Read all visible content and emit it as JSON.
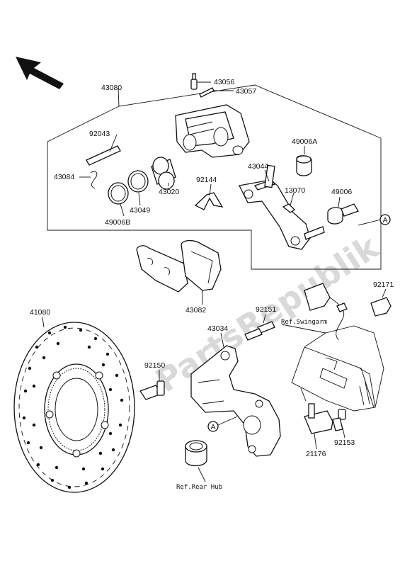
{
  "watermark": "PartsRepublik",
  "callout_letter": "A",
  "labels": {
    "p43080": "43080",
    "p43056": "43056",
    "p43057": "43057",
    "p92043": "92043",
    "p43084": "43084",
    "p49006A": "49006A",
    "p43044": "43044",
    "p92144": "92144",
    "p43020": "43020",
    "p43049": "43049",
    "p49006B": "49006B",
    "p13070": "13070",
    "p49006": "49006",
    "p92171": "92171",
    "p43082": "43082",
    "p92151": "92151",
    "p41080": "41080",
    "p43034": "43034",
    "p92150": "92150",
    "p92153": "92153",
    "p21176": "21176"
  },
  "refs": {
    "swingarm": "Ref.Swingarm",
    "rear_hub": "Ref.Rear Hub"
  },
  "icons": {
    "direction_arrow": "front-direction-arrow-icon"
  }
}
